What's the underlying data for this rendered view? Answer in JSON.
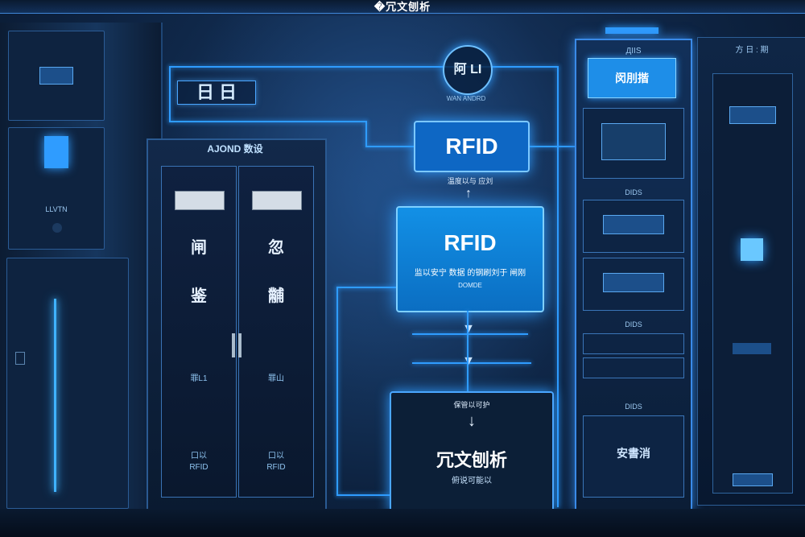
{
  "header": {
    "title": "�冗文刨析"
  },
  "circuit": {
    "label": "日 日"
  },
  "left_cabinet": {
    "top_label": "",
    "mid_label": "LLVTN",
    "bottom_label": ""
  },
  "mid_cabinet": {
    "header": "AJOND 数设",
    "left_door": {
      "char1": "闸",
      "char2": "鉴",
      "sub1": "罪L1",
      "sub2": "口以",
      "sub3": "RFID"
    },
    "right_door": {
      "char1": "忽",
      "char2": "黼",
      "sub1": "罪山",
      "sub2": "口以",
      "sub3": "RFID"
    }
  },
  "flow": {
    "icon_text": "阿 LI",
    "icon_caption": "WAN ANDRD",
    "rfid_top": "RFID",
    "rfid_top_caption": "温度以与 应刘",
    "rfid_main": "RFID",
    "rfid_main_sub": "监以安宁 数据 的钢刷刘于 闸刚",
    "rfid_main_caption": "DOMDE",
    "bottom_caption_top": "保管以可护",
    "bottom_title": "冗文刨析",
    "bottom_sub": "俯说可能以"
  },
  "right_rack": {
    "top_label": "ДIIS",
    "screen_text": "闵刖揩",
    "slot_label_1": "DIDS",
    "slot_label_2": "DIDS",
    "bottom_label": "DIDS",
    "bottom_text": "安書消"
  },
  "far_rack": {
    "header": "方 日 : 期"
  },
  "colors": {
    "accent": "#2f9cff",
    "background": "#0f2748",
    "highlight": "#1290e6"
  }
}
